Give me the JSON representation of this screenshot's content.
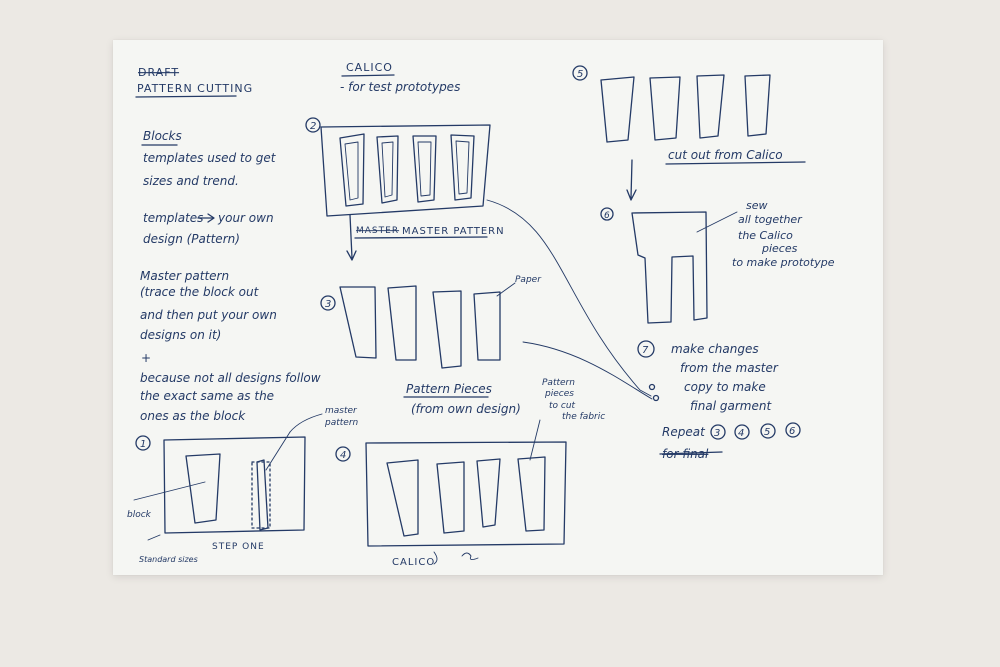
{
  "notes": {
    "header_struck": "DRAFT",
    "header": "PATTERN CUTTING",
    "calico_title": "CALICO",
    "calico_sub": "- for test prototypes",
    "blocks_title": "Blocks",
    "blocks_l1": "templates used to get",
    "blocks_l2": "sizes and trend.",
    "templates_l1": "templates",
    "templates_l2": "your own",
    "templates_l3": "design (Pattern)",
    "master_l1": "Master pattern",
    "master_l2": "(trace the block out",
    "master_l3": "and then put your own",
    "master_l4": "designs on it)",
    "plus": "+",
    "because_l1": "because not all designs follow",
    "because_l2": "the exact same as the",
    "because_l3": "ones as the block",
    "step1_num": "1",
    "step1_block": "block",
    "step1_master_l1": "master",
    "step1_master_l2": "pattern",
    "step1_caption": "STEP ONE",
    "step1_sizes": "Standard sizes",
    "step2_num": "2",
    "step2_caption_struck": "MASTER",
    "step2_caption": "MASTER PATTERN",
    "step3_num": "3",
    "step3_paper": "Paper",
    "step3_caption": "Pattern Pieces",
    "step3_sub": "(from own design)",
    "step4_num": "4",
    "step4_note_l1": "Pattern",
    "step4_note_l2": "pieces",
    "step4_note_l3": "to cut",
    "step4_note_l4": "the fabric",
    "step4_caption": "CALICO",
    "step5_num": "5",
    "step5_caption": "cut out from Calico",
    "step6_num": "6",
    "step6_l1": "sew",
    "step6_l2": "all together",
    "step6_l3": "the Calico",
    "step6_l4": "pieces",
    "step6_l5": "to make prototype",
    "step7_num": "7",
    "step7_l1": "make changes",
    "step7_l2": "from the master",
    "step7_l3": "copy to make",
    "step7_l4": "final garment",
    "repeat_label": "Repeat",
    "repeat_steps": [
      "3",
      "4",
      "5",
      "6"
    ],
    "final_struck": "for final"
  },
  "ink_color": "#243a66",
  "paper_color": "#f5f6f3",
  "wall_color": "#ece9e4"
}
